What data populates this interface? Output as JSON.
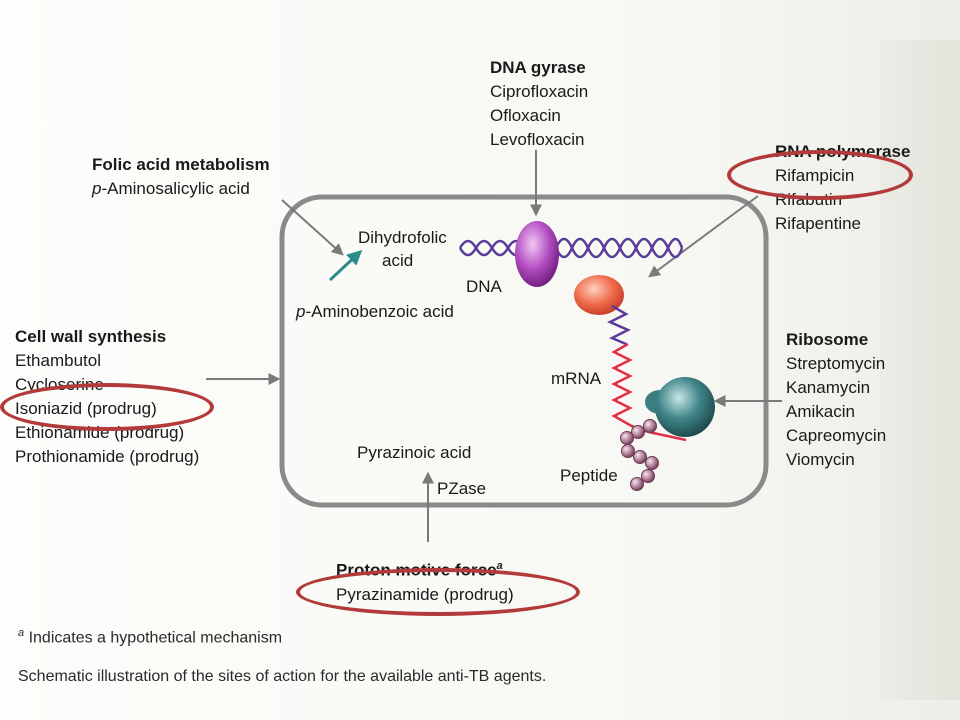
{
  "dna_gyrase": {
    "title": "DNA gyrase",
    "drugs": [
      "Ciprofloxacin",
      "Ofloxacin",
      "Levofloxacin"
    ]
  },
  "rna_polymerase": {
    "title": "RNA polymerase",
    "drugs": [
      "Rifampicin",
      "Rifabutin",
      "Rifapentine"
    ]
  },
  "folic_acid": {
    "title": "Folic acid metabolism",
    "drug_prefix": "p",
    "drug_rest": "-Aminosalicylic acid"
  },
  "cell_wall": {
    "title": "Cell wall synthesis",
    "drugs": [
      "Ethambutol",
      "Cycloserine",
      "Isoniazid (prodrug)",
      "Ethionamide (prodrug)",
      "Prothionamide (prodrug)"
    ]
  },
  "ribosome": {
    "title": "Ribosome",
    "drugs": [
      "Streptomycin",
      "Kanamycin",
      "Amikacin",
      "Capreomycin",
      "Viomycin"
    ]
  },
  "proton_motive": {
    "title": "Proton motive force",
    "title_sup": "a",
    "drug": "Pyrazinamide (prodrug)"
  },
  "cell": {
    "dihydrofolic_line1": "Dihydrofolic",
    "dihydrofolic_line2": "acid",
    "dna": "DNA",
    "pab_prefix": "p",
    "pab_rest": "-Aminobenzoic acid",
    "mrna": "mRNA",
    "pyrazinoic": "Pyrazinoic acid",
    "pzase": "PZase",
    "peptide": "Peptide"
  },
  "footnote": {
    "sup": "a",
    "text": " Indicates a hypothetical mechanism"
  },
  "caption": "Schematic illustration of the sites of action for the available anti-TB agents.",
  "colors": {
    "highlight_ring": "#b33a3a",
    "cell_border": "#8a8a8a",
    "dna_strand": "#5a3a9a",
    "gyrase": "#b04cc0",
    "rna_polymerase": "#f06a4a",
    "ribosome": "#2f6b6e",
    "mrna": "#e0304a",
    "peptide": "#8a4a6a",
    "pab_arrow": "#2c8a8a"
  }
}
